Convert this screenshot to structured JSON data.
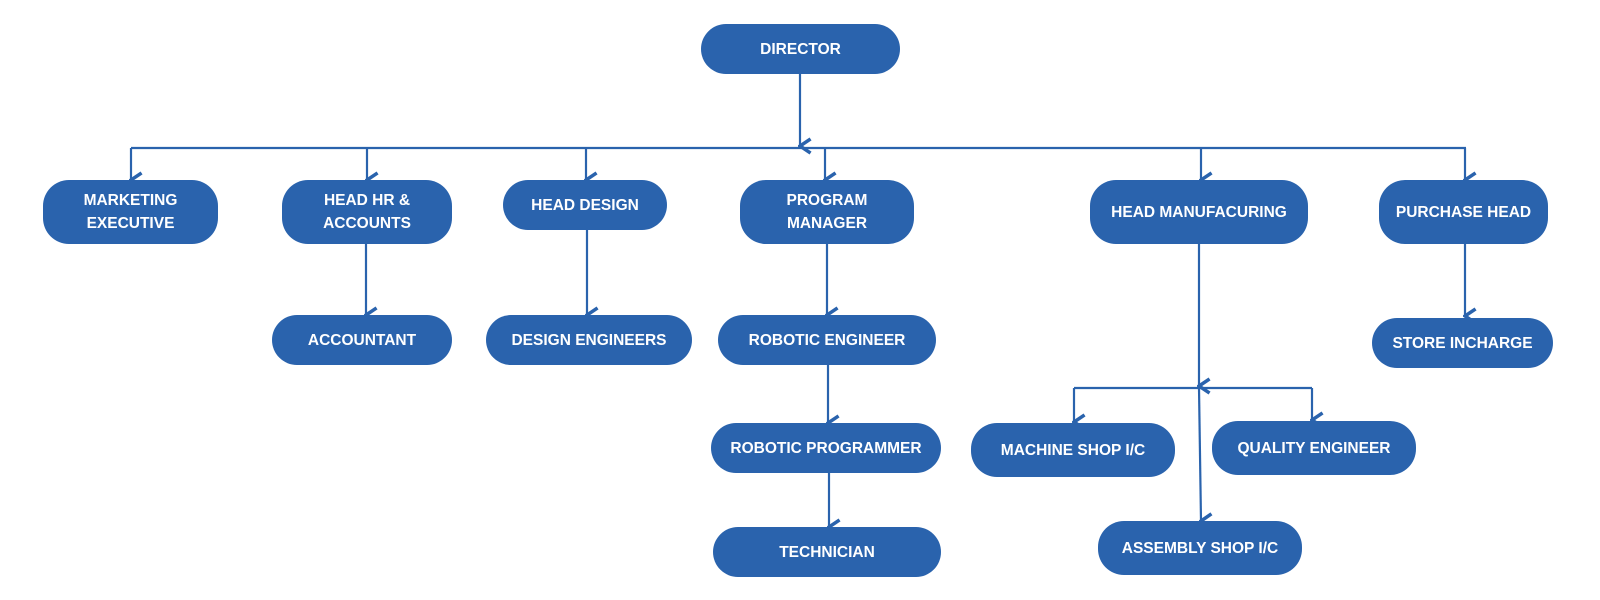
{
  "colors": {
    "node_fill": "#2a63ad",
    "node_text": "#ffffff",
    "connector": "#2a63ad",
    "background": "#ffffff"
  },
  "nodes": {
    "director": "DIRECTOR",
    "marketing_executive": "MARKETING\nEXECUTIVE",
    "head_hr_accounts": "HEAD HR &\nACCOUNTS",
    "head_design": "HEAD DESIGN",
    "program_manager": "PROGRAM\nMANAGER",
    "head_manufacuring": "HEAD MANUFACURING",
    "purchase_head": "PURCHASE HEAD",
    "accountant": "ACCOUNTANT",
    "design_engineers": "DESIGN ENGINEERS",
    "robotic_engineer": "ROBOTIC ENGINEER",
    "robotic_programmer": "ROBOTIC PROGRAMMER",
    "technician": "TECHNICIAN",
    "machine_shop_ic": "MACHINE SHOP I/C",
    "quality_engineer": "QUALITY ENGINEER",
    "assembly_shop_ic": "ASSEMBLY SHOP I/C",
    "store_incharge": "STORE INCHARGE"
  },
  "hierarchy": [
    {
      "parent": "director",
      "children": [
        "marketing_executive",
        "head_hr_accounts",
        "head_design",
        "program_manager",
        "head_manufacuring",
        "purchase_head"
      ]
    },
    {
      "parent": "head_hr_accounts",
      "children": [
        "accountant"
      ]
    },
    {
      "parent": "head_design",
      "children": [
        "design_engineers"
      ]
    },
    {
      "parent": "program_manager",
      "children": [
        "robotic_engineer"
      ]
    },
    {
      "parent": "robotic_engineer",
      "children": [
        "robotic_programmer"
      ]
    },
    {
      "parent": "robotic_programmer",
      "children": [
        "technician"
      ]
    },
    {
      "parent": "head_manufacuring",
      "children": [
        "machine_shop_ic",
        "quality_engineer",
        "assembly_shop_ic"
      ]
    },
    {
      "parent": "purchase_head",
      "children": [
        "store_incharge"
      ]
    }
  ]
}
